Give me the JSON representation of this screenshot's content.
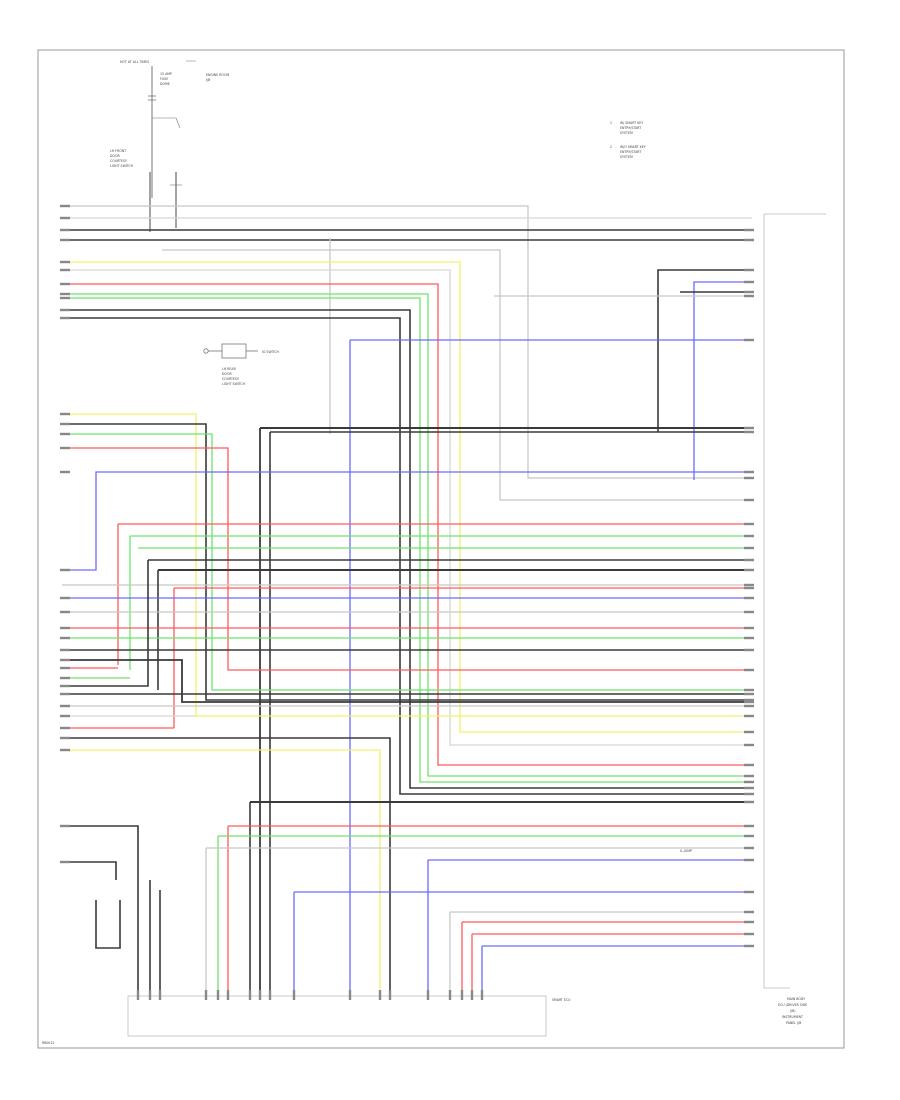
{
  "diagram": {
    "footer_code": "RB0012",
    "top_component": {
      "title": "HOT AT ALL TIMES",
      "fuse_note_lines": [
        "15 AMP",
        "FUSE",
        "DOME",
        "ENGINE ROOM",
        "J/B"
      ]
    },
    "relay_label_lines": [
      "LH FRONT",
      "DOOR",
      "COURTESY",
      "LIGHT SWITCH"
    ],
    "switch_label": "IG SWITCH",
    "switch_detail_lines": [
      "LH REAR",
      "DOOR",
      "COURTESY",
      "LIGHT SWITCH"
    ],
    "legend": [
      {
        "marker": "1",
        "lines": [
          "W/ SMART KEY",
          "ENTRY/START",
          "SYSTEM"
        ]
      },
      {
        "marker": "2",
        "lines": [
          "W/O SMART KEY",
          "ENTRY/START",
          "SYSTEM"
        ]
      }
    ],
    "right_module_label_lines": [
      "MAIN BODY",
      "ECU (DRIVER SIDE",
      "J/B)"
    ],
    "bottom_connector_label": "SMART ECU",
    "bottom_right_label_lines": [
      "MAIN BODY",
      "ECU (DRIVER SIDE",
      "J/B)",
      "INSTRUMENT",
      "PANEL J/B"
    ],
    "jumper_label": "IL-JUMP"
  }
}
